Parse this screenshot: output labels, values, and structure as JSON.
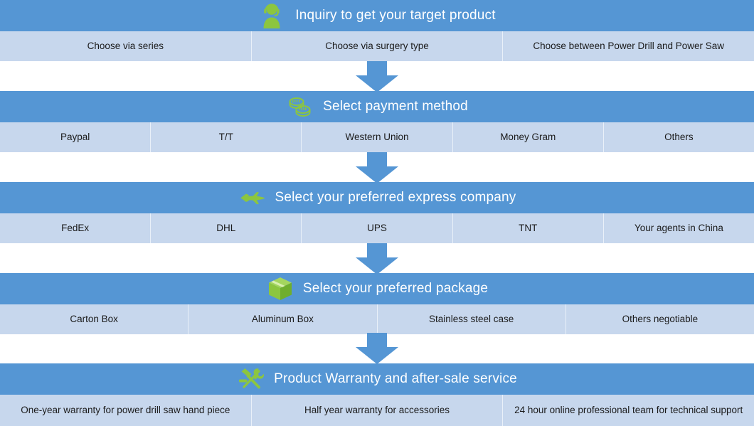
{
  "theme": {
    "band_color": "#5596d4",
    "options_color": "#c7d7ed",
    "icon_color": "#8cc63f",
    "arrow_color": "#5596d4",
    "band_text_color": "#ffffff",
    "option_text_color": "#1a1a1a",
    "divider_color": "#e9f0f9"
  },
  "sections": [
    {
      "id": "inquiry",
      "title": "Inquiry to get your target product",
      "icon": "support-agent-icon",
      "options": [
        "Choose via series",
        "Choose via surgery type",
        "Choose  between Power Drill and Power Saw"
      ]
    },
    {
      "id": "payment",
      "title": "Select payment method",
      "icon": "coins-icon",
      "options": [
        "Paypal",
        "T/T",
        "Western Union",
        "Money Gram",
        "Others"
      ]
    },
    {
      "id": "express",
      "title": "Select your preferred express company",
      "icon": "airplane-icon",
      "options": [
        "FedEx",
        "DHL",
        "UPS",
        "TNT",
        "Your agents in China"
      ]
    },
    {
      "id": "package",
      "title": "Select your preferred package",
      "icon": "box-icon",
      "options": [
        "Carton Box",
        "Aluminum Box",
        "Stainless steel case",
        "Others negotiable"
      ]
    },
    {
      "id": "warranty",
      "title": "Product Warranty and after-sale service",
      "icon": "tools-icon",
      "options": [
        "One-year warranty for power drill saw hand piece",
        "Half year warranty for accessories",
        "24 hour online  professional team for technical support"
      ]
    }
  ],
  "arrows": [
    {
      "name": "arrow-inquiry-to-payment"
    },
    {
      "name": "arrow-payment-to-express"
    },
    {
      "name": "arrow-express-to-package"
    },
    {
      "name": "arrow-package-to-warranty"
    }
  ]
}
